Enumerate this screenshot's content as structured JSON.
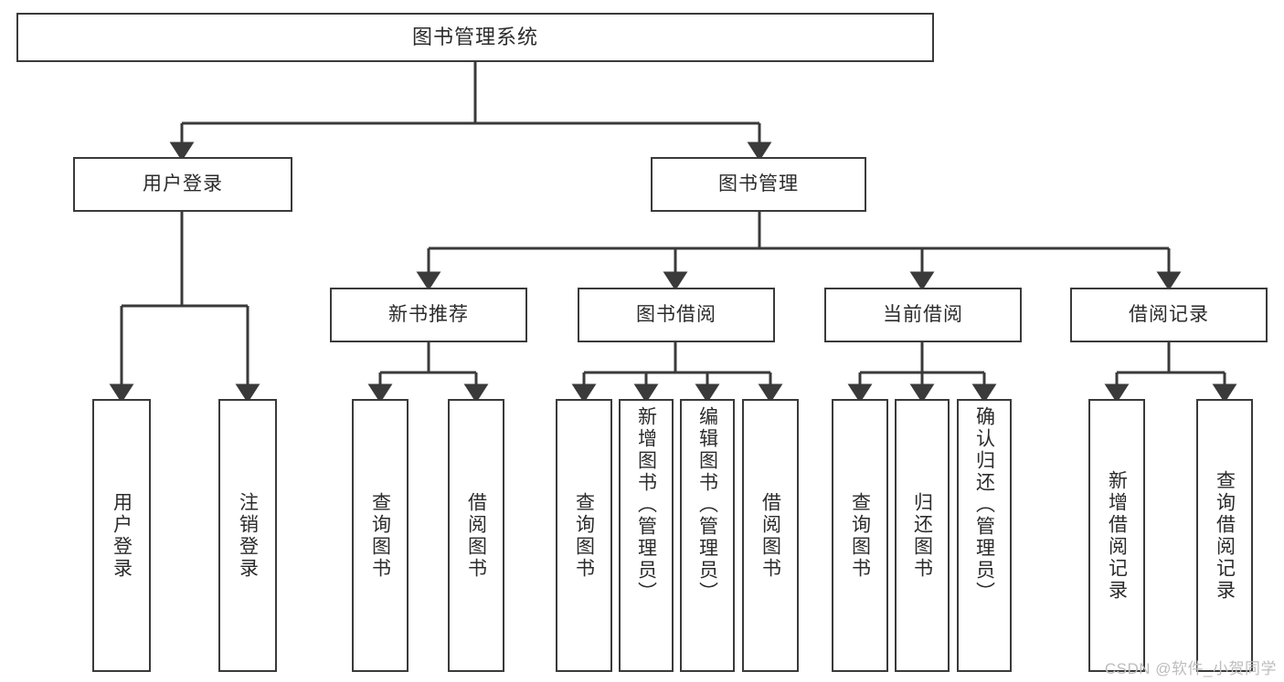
{
  "diagram": {
    "title": "图书管理系统",
    "type": "tree",
    "watermark": "CSDN @软件_小贺同学",
    "line_color": "#3a3a3a",
    "box_fill": "#ffffff",
    "text_color": "#2b2b2b",
    "root": {
      "label": "图书管理系统"
    },
    "level1": [
      {
        "label": "用户登录"
      },
      {
        "label": "图书管理"
      }
    ],
    "level2": [
      {
        "label": "新书推荐"
      },
      {
        "label": "图书借阅"
      },
      {
        "label": "当前借阅"
      },
      {
        "label": "借阅记录"
      }
    ],
    "leaves": {
      "user_login": [
        {
          "label": "用户登录"
        },
        {
          "label": "注销登录"
        }
      ],
      "new_book_recommend": [
        {
          "label": "查询图书"
        },
        {
          "label": "借阅图书"
        }
      ],
      "book_borrow": [
        {
          "label": "查询图书"
        },
        {
          "label": "新增图书（管理员）"
        },
        {
          "label": "编辑图书（管理员）"
        },
        {
          "label": "借阅图书"
        }
      ],
      "current_borrow": [
        {
          "label": "查询图书"
        },
        {
          "label": "归还图书"
        },
        {
          "label": "确认归还（管理员）"
        }
      ],
      "borrow_record": [
        {
          "label": "新增借阅记录"
        },
        {
          "label": "查询借阅记录"
        }
      ]
    }
  }
}
